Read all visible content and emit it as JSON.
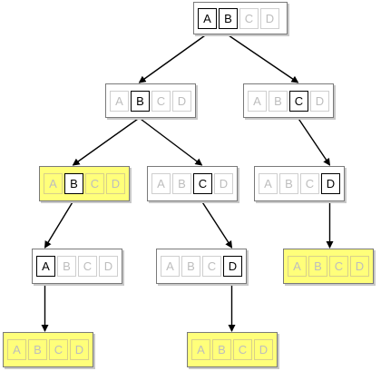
{
  "nodes": [
    {
      "id": "root",
      "highlight": false,
      "cells": [
        {
          "label": "A",
          "active": true
        },
        {
          "label": "B",
          "active": true
        },
        {
          "label": "C",
          "active": false
        },
        {
          "label": "D",
          "active": false
        }
      ]
    },
    {
      "id": "l1-left",
      "highlight": false,
      "cells": [
        {
          "label": "A",
          "active": false
        },
        {
          "label": "B",
          "active": true
        },
        {
          "label": "C",
          "active": false
        },
        {
          "label": "D",
          "active": false
        }
      ]
    },
    {
      "id": "l1-right",
      "highlight": false,
      "cells": [
        {
          "label": "A",
          "active": false
        },
        {
          "label": "B",
          "active": false
        },
        {
          "label": "C",
          "active": true
        },
        {
          "label": "D",
          "active": false
        }
      ]
    },
    {
      "id": "l2-a",
      "highlight": true,
      "cells": [
        {
          "label": "A",
          "active": false
        },
        {
          "label": "B",
          "active": true
        },
        {
          "label": "C",
          "active": false
        },
        {
          "label": "D",
          "active": false
        }
      ]
    },
    {
      "id": "l2-b",
      "highlight": false,
      "cells": [
        {
          "label": "A",
          "active": false
        },
        {
          "label": "B",
          "active": false
        },
        {
          "label": "C",
          "active": true
        },
        {
          "label": "D",
          "active": false
        }
      ]
    },
    {
      "id": "l2-c",
      "highlight": false,
      "cells": [
        {
          "label": "A",
          "active": false
        },
        {
          "label": "B",
          "active": false
        },
        {
          "label": "C",
          "active": false
        },
        {
          "label": "D",
          "active": true
        }
      ]
    },
    {
      "id": "l3-a",
      "highlight": false,
      "cells": [
        {
          "label": "A",
          "active": true
        },
        {
          "label": "B",
          "active": false
        },
        {
          "label": "C",
          "active": false
        },
        {
          "label": "D",
          "active": false
        }
      ]
    },
    {
      "id": "l3-b",
      "highlight": false,
      "cells": [
        {
          "label": "A",
          "active": false
        },
        {
          "label": "B",
          "active": false
        },
        {
          "label": "C",
          "active": false
        },
        {
          "label": "D",
          "active": true
        }
      ]
    },
    {
      "id": "l3-c",
      "highlight": true,
      "cells": [
        {
          "label": "A",
          "active": false
        },
        {
          "label": "B",
          "active": false
        },
        {
          "label": "C",
          "active": false
        },
        {
          "label": "D",
          "active": false
        }
      ]
    },
    {
      "id": "l4-a",
      "highlight": true,
      "cells": [
        {
          "label": "A",
          "active": false
        },
        {
          "label": "B",
          "active": false
        },
        {
          "label": "C",
          "active": false
        },
        {
          "label": "D",
          "active": false
        }
      ]
    },
    {
      "id": "l4-b",
      "highlight": true,
      "cells": [
        {
          "label": "A",
          "active": false
        },
        {
          "label": "B",
          "active": false
        },
        {
          "label": "C",
          "active": false
        },
        {
          "label": "D",
          "active": false
        }
      ]
    }
  ],
  "edges": [
    [
      "root",
      "l1-left"
    ],
    [
      "root",
      "l1-right"
    ],
    [
      "l1-left",
      "l2-a"
    ],
    [
      "l1-left",
      "l2-b"
    ],
    [
      "l1-right",
      "l2-c"
    ],
    [
      "l2-a",
      "l3-a"
    ],
    [
      "l2-b",
      "l3-b"
    ],
    [
      "l2-c",
      "l3-c"
    ],
    [
      "l3-a",
      "l4-a"
    ],
    [
      "l3-b",
      "l4-b"
    ]
  ],
  "colors": {
    "highlight": "#ffff7a",
    "border": "#7a7a7a",
    "arrow": "#000000"
  }
}
